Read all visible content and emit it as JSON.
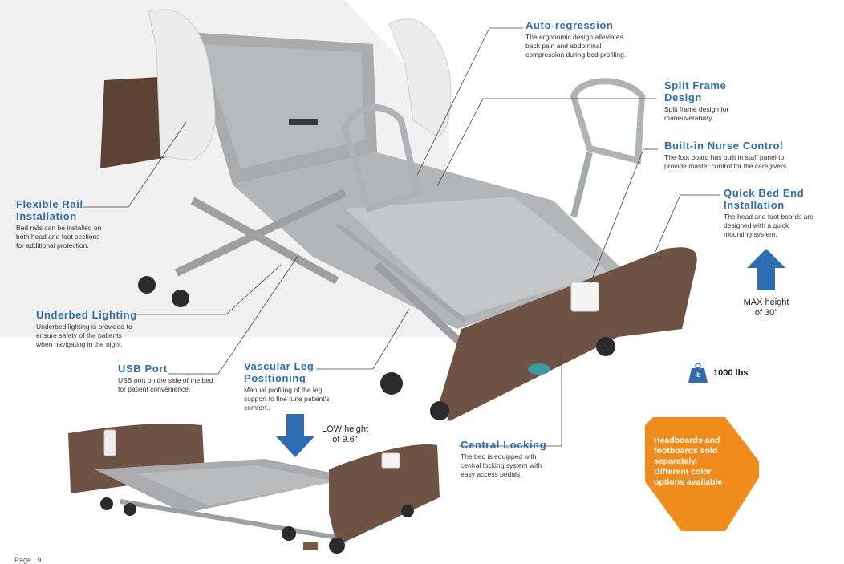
{
  "features": {
    "auto_regression": {
      "title": "Auto-regression",
      "desc": "The ergonomic design alleviates\nback pain and abdominal\ncompression during bed profiling."
    },
    "split_frame": {
      "title": "Split Frame\nDesign",
      "desc": "Split frame design for\nmaneuverability."
    },
    "nurse_control": {
      "title": "Built-in Nurse Control",
      "desc": "The foot board has built in staff panel to\nprovide master control for the caregivers."
    },
    "quick_bed_end": {
      "title": "Quick Bed End\nInstallation",
      "desc": "The head and foot boards are\ndesigned with a quick\nmounting system."
    },
    "flexible_rail": {
      "title": "Flexible Rail\nInstallation",
      "desc": "Bed rails can be installed on\nboth head and foot sections\nfor additional protection."
    },
    "underbed_lighting": {
      "title": "Underbed Lighting",
      "desc": "Underbed lighting is provided to\nensure safety of the patients\nwhen navigating in the night."
    },
    "usb_port": {
      "title": "USB Port",
      "desc": "USB port on the side of the bed\nfor patient convenience."
    },
    "vascular_leg": {
      "title": "Vascular Leg\nPositioning",
      "desc": "Manual profiling of the leg\nsupport to fine tune patient's\ncomfort.."
    },
    "central_locking": {
      "title": "Central Locking",
      "desc": "The bed is equipped with\ncentral locking system with\neasy access pedals."
    }
  },
  "max_height_label": "MAX height\nof 30\"",
  "low_height_label": "LOW height\nof 9.6\"",
  "weight": {
    "badge": "lb",
    "label": "1000 lbs"
  },
  "note": "Headboards and\nfootboards sold\nseparately.\nDifferent color\noptions available",
  "page": "Page | 9",
  "colors": {
    "accent_blue": "#2a6db5",
    "arrow_blue": "#2f6db3",
    "orange": "#ef8c1b",
    "wood": "#6e5344",
    "frame_gray": "#b9bbbd"
  }
}
